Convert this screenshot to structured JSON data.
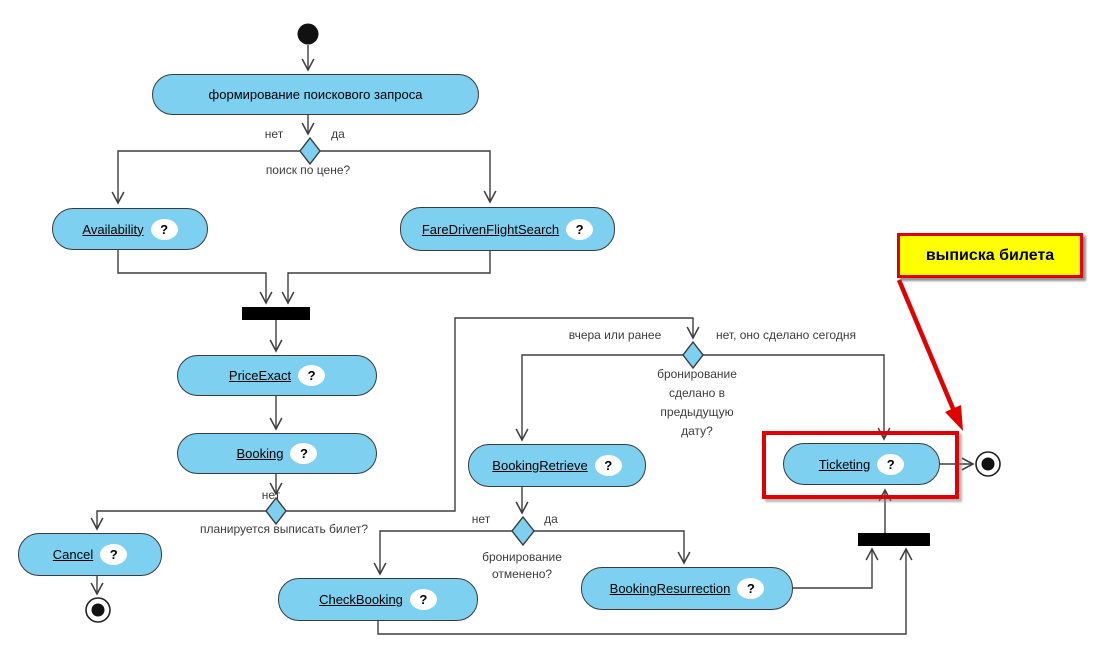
{
  "diagram": {
    "nodes": {
      "form_query": {
        "label": "формирование поискового запроса"
      },
      "availability": {
        "label": "Availability",
        "badge": "?"
      },
      "fare_driven": {
        "label": "FareDrivenFlightSearch",
        "badge": "?"
      },
      "price_exact": {
        "label": "PriceExact",
        "badge": "?"
      },
      "booking": {
        "label": "Booking",
        "badge": "?"
      },
      "cancel": {
        "label": "Cancel",
        "badge": "?"
      },
      "booking_retrieve": {
        "label": "BookingRetrieve",
        "badge": "?"
      },
      "check_booking": {
        "label": "CheckBooking",
        "badge": "?"
      },
      "booking_resurrection": {
        "label": "BookingResurrection",
        "badge": "?"
      },
      "ticketing": {
        "label": "Ticketing",
        "badge": "?"
      }
    },
    "decisions": {
      "price_search": {
        "question": "поиск по цене?",
        "no": "нет",
        "yes": "да"
      },
      "plan_ticket": {
        "question": "планируется выписать билет?",
        "no": "нет"
      },
      "booking_date": {
        "left": "вчера или ранее",
        "right": "нет, оно сделано сегодня",
        "question_lines": [
          "бронирование",
          "сделано в",
          "предыдущую",
          "дату?"
        ]
      },
      "booking_cancelled": {
        "no": "нет",
        "yes": "да",
        "question_lines": [
          "бронирование",
          "отменено?"
        ]
      }
    },
    "annotation": {
      "label": "выписка билета"
    },
    "colors": {
      "node_fill": "#7ED0F0",
      "node_border": "#3A3A3A",
      "wire": "#3F3F3F",
      "highlight": "#E00000",
      "note_bg": "#FFFF00",
      "note_border": "#E00000",
      "bar_fill": "#000000"
    }
  }
}
